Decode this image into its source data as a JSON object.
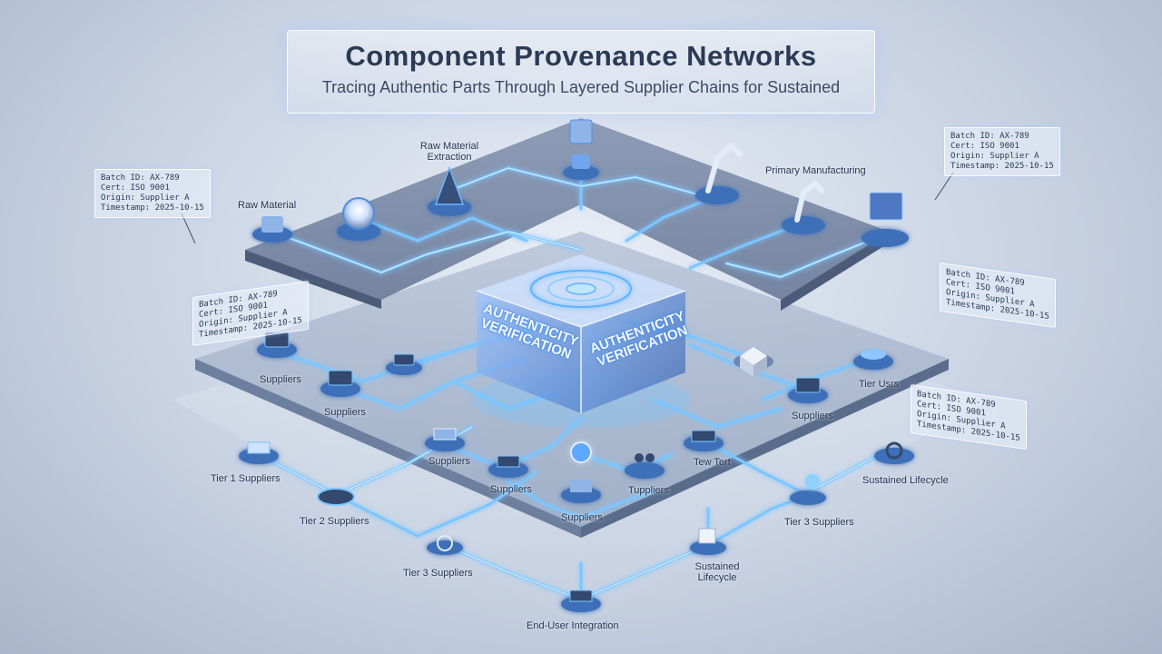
{
  "header": {
    "title": "Component Provenance Networks",
    "subtitle": "Tracing Authentic Parts Through Layered Supplier Chains for Sustained"
  },
  "labels": {
    "raw_material": "Raw Material",
    "raw_material_extraction": "Raw Material\nExtraction",
    "primary_manufacturing": "Primary Manufacturing",
    "suppliers_a": "Suppliers",
    "suppliers_b": "Suppliers",
    "suppliers_c": "Suppliers",
    "suppliers_d": "Suppliers",
    "suppliers_e": "Suppliers",
    "suppliers_f": "Suppliers",
    "tuppliers": "Tuppliers",
    "tew_tert": "Tew Tert",
    "tier_users": "Tier Usrs",
    "tier1": "Tier 1 Suppliers",
    "tier2": "Tier 2 Suppliers",
    "tier3_left": "Tier 3 Suppliers",
    "tier3_right": "Tier 3 Suppliers",
    "sustained_lifecycle_right": "Sustained Lifecycle",
    "sustained_lifecycle_center": "Sustained\nLifecycle",
    "end_user": "End-User Integration"
  },
  "cube": {
    "left_text": "AUTHENTICITY\nVERIFICATION",
    "right_text": "AUTHENTICITY\nVERIFICATION"
  },
  "info_cards": [
    {
      "lines": [
        "Batch ID: AX-789",
        "Cert: ISO 9001",
        "Origin: Supplier A",
        "Timestamp: 2025-10-15"
      ]
    },
    {
      "lines": [
        "Batch ID: AX-789",
        "Cert: ISO 9001",
        "Origin: Supplier A",
        "Timestamp: 2025-10-15"
      ]
    },
    {
      "lines": [
        "Batch ID: AX-789",
        "Cert: ISO 9001",
        "Origin: Supplier A",
        "Timestamp: 2025-10-15"
      ]
    },
    {
      "lines": [
        "Batch ID: AX-789",
        "Cert: ISO 9001",
        "Origin: Supplier A",
        "Timestamp: 2025-10-15"
      ]
    },
    {
      "lines": [
        "Batch ID: AX-789",
        "Cert: ISO 9001",
        "Origin: Supplier A",
        "Timestamp: 2025-10-15"
      ]
    }
  ],
  "colors": {
    "glow": "#7cc6ff",
    "glow_core": "#e8f6ff",
    "platform_top": "#dfe6f1",
    "platform_side": "#5a6c8c",
    "node_glow": "#56aaff"
  }
}
